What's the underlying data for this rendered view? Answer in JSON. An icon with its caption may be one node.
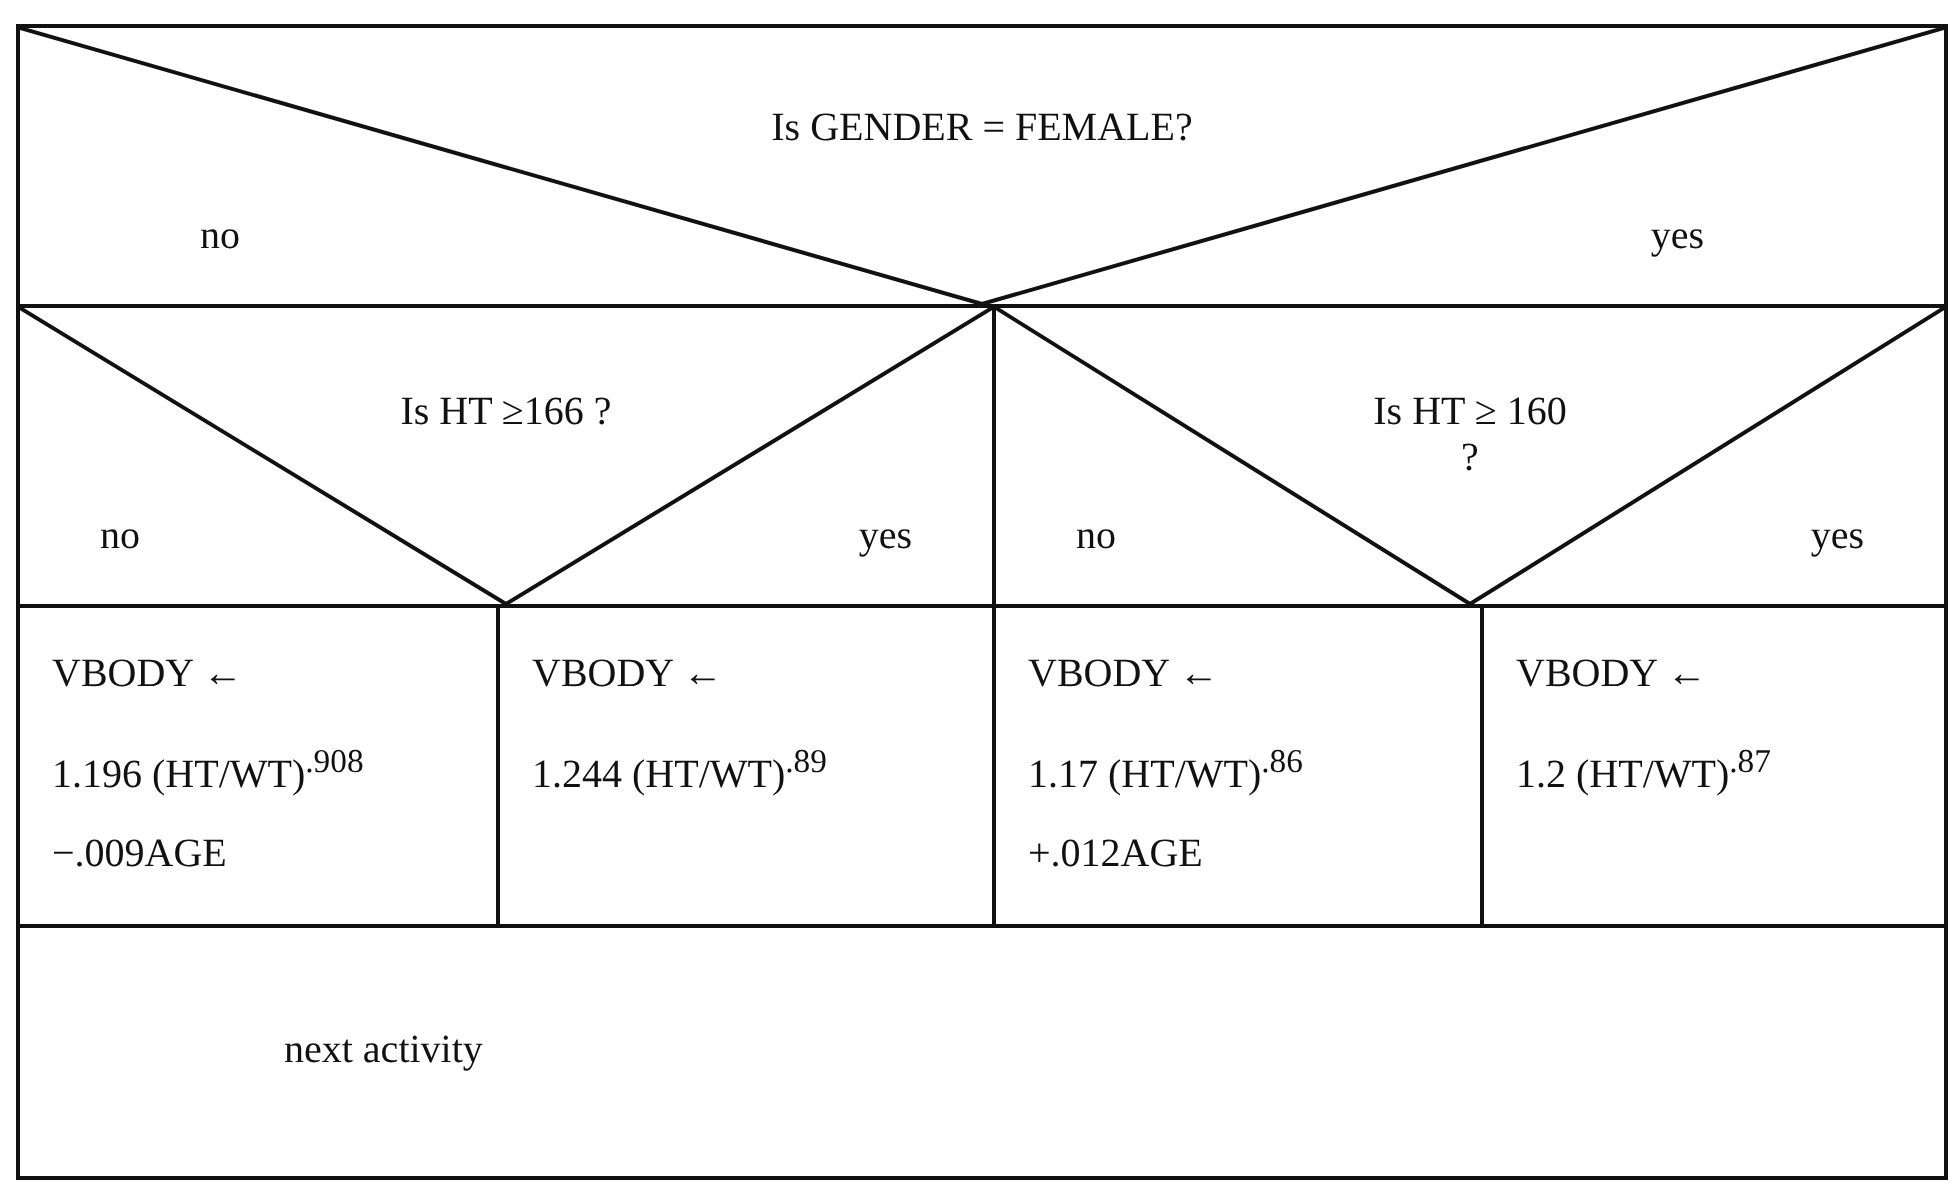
{
  "diagram": {
    "nodes": [
      {
        "text": [
          "Is GENDER = FEMALE?",
          "no",
          "yes"
        ]
      },
      {
        "text": [
          "Is HT ≥166 ?",
          "no",
          "yes"
        ]
      },
      {
        "text": [
          "Is HT ≥ 160 ?",
          "no",
          "yes"
        ]
      },
      {
        "text": [
          "VBODY ←",
          "1.196 (HT/WT)$^{.908}$",
          "−.009AGE"
        ]
      },
      {
        "text": [
          "VBODY ←",
          "1.244 (HT/WT)$^{.89}$"
        ]
      },
      {
        "text": [
          "VBODY ←",
          "1.17 (HT/WT)$^{.86}$",
          "+.012AGE"
        ]
      },
      {
        "text": [
          "VBODY ←",
          "1.2 (HT/WT)$^{.87}$"
        ]
      },
      {
        "text": [
          "next activity"
        ]
      }
    ]
  }
}
